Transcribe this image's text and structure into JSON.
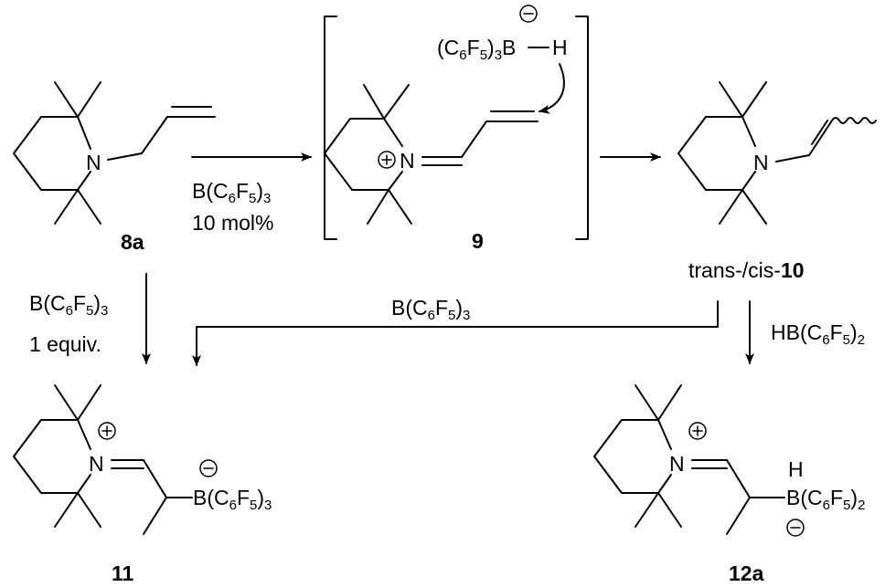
{
  "compounds": {
    "c8a": "8a",
    "c9": "9",
    "c10_prefix": "trans-/cis-",
    "c10": "10",
    "c11": "11",
    "c12a": "12a"
  },
  "atoms": {
    "N": "N",
    "B": "B",
    "H": "H",
    "C": "C",
    "F": "F",
    "sub6": "6",
    "sub5": "5",
    "sub3": "3",
    "sub2": "2",
    "open_paren": "(",
    "close_paren": ")"
  },
  "charges": {
    "plus": "+",
    "minus": "−"
  },
  "reagents": {
    "top_line1_prefix": "B(C",
    "top_line2": "10 mol%",
    "left_line1_prefix": "B(C",
    "left_line2": "1 equiv.",
    "middle_prefix": "B(C",
    "right_prefix": "HB(C",
    "lewis_acid_prefix": "B(C"
  }
}
